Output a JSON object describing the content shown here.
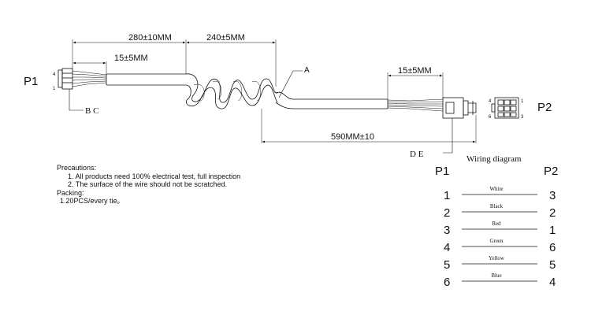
{
  "dimensions": {
    "len_280": "280±10MM",
    "len_240": "240±5MM",
    "len_15_left": "15±5MM",
    "len_15_right": "15±5MM",
    "len_590": "590MM±10"
  },
  "labels": {
    "p1": "P1",
    "p2": "P2",
    "callout_a": "A",
    "callout_bc": "B C",
    "callout_de": "D E",
    "p1_pin_top": "4",
    "p1_pin_bottom": "1",
    "p2_pin_top_left": "4",
    "p2_pin_top_right": "1",
    "p2_pin_bottom_left": "6",
    "p2_pin_bottom_right": "3"
  },
  "wiring": {
    "title": "Wiring diagram",
    "left_header": "P1",
    "right_header": "P2",
    "rows": [
      {
        "p1": "1",
        "color": "White",
        "p2": "3"
      },
      {
        "p1": "2",
        "color": "Black",
        "p2": "2"
      },
      {
        "p1": "3",
        "color": "Red",
        "p2": "1"
      },
      {
        "p1": "4",
        "color": "Green",
        "p2": "6"
      },
      {
        "p1": "5",
        "color": "Yellow",
        "p2": "5"
      },
      {
        "p1": "6",
        "color": "Blue",
        "p2": "4"
      }
    ]
  },
  "notes": {
    "precautions_title": "Precautions:",
    "item1": "1. All products need 100% electrical test, full inspection",
    "item2": "2. The surface of the wire should not be scratched.",
    "packing_title": "Packing:",
    "packing_item": "1.20PCS/every tie。"
  }
}
